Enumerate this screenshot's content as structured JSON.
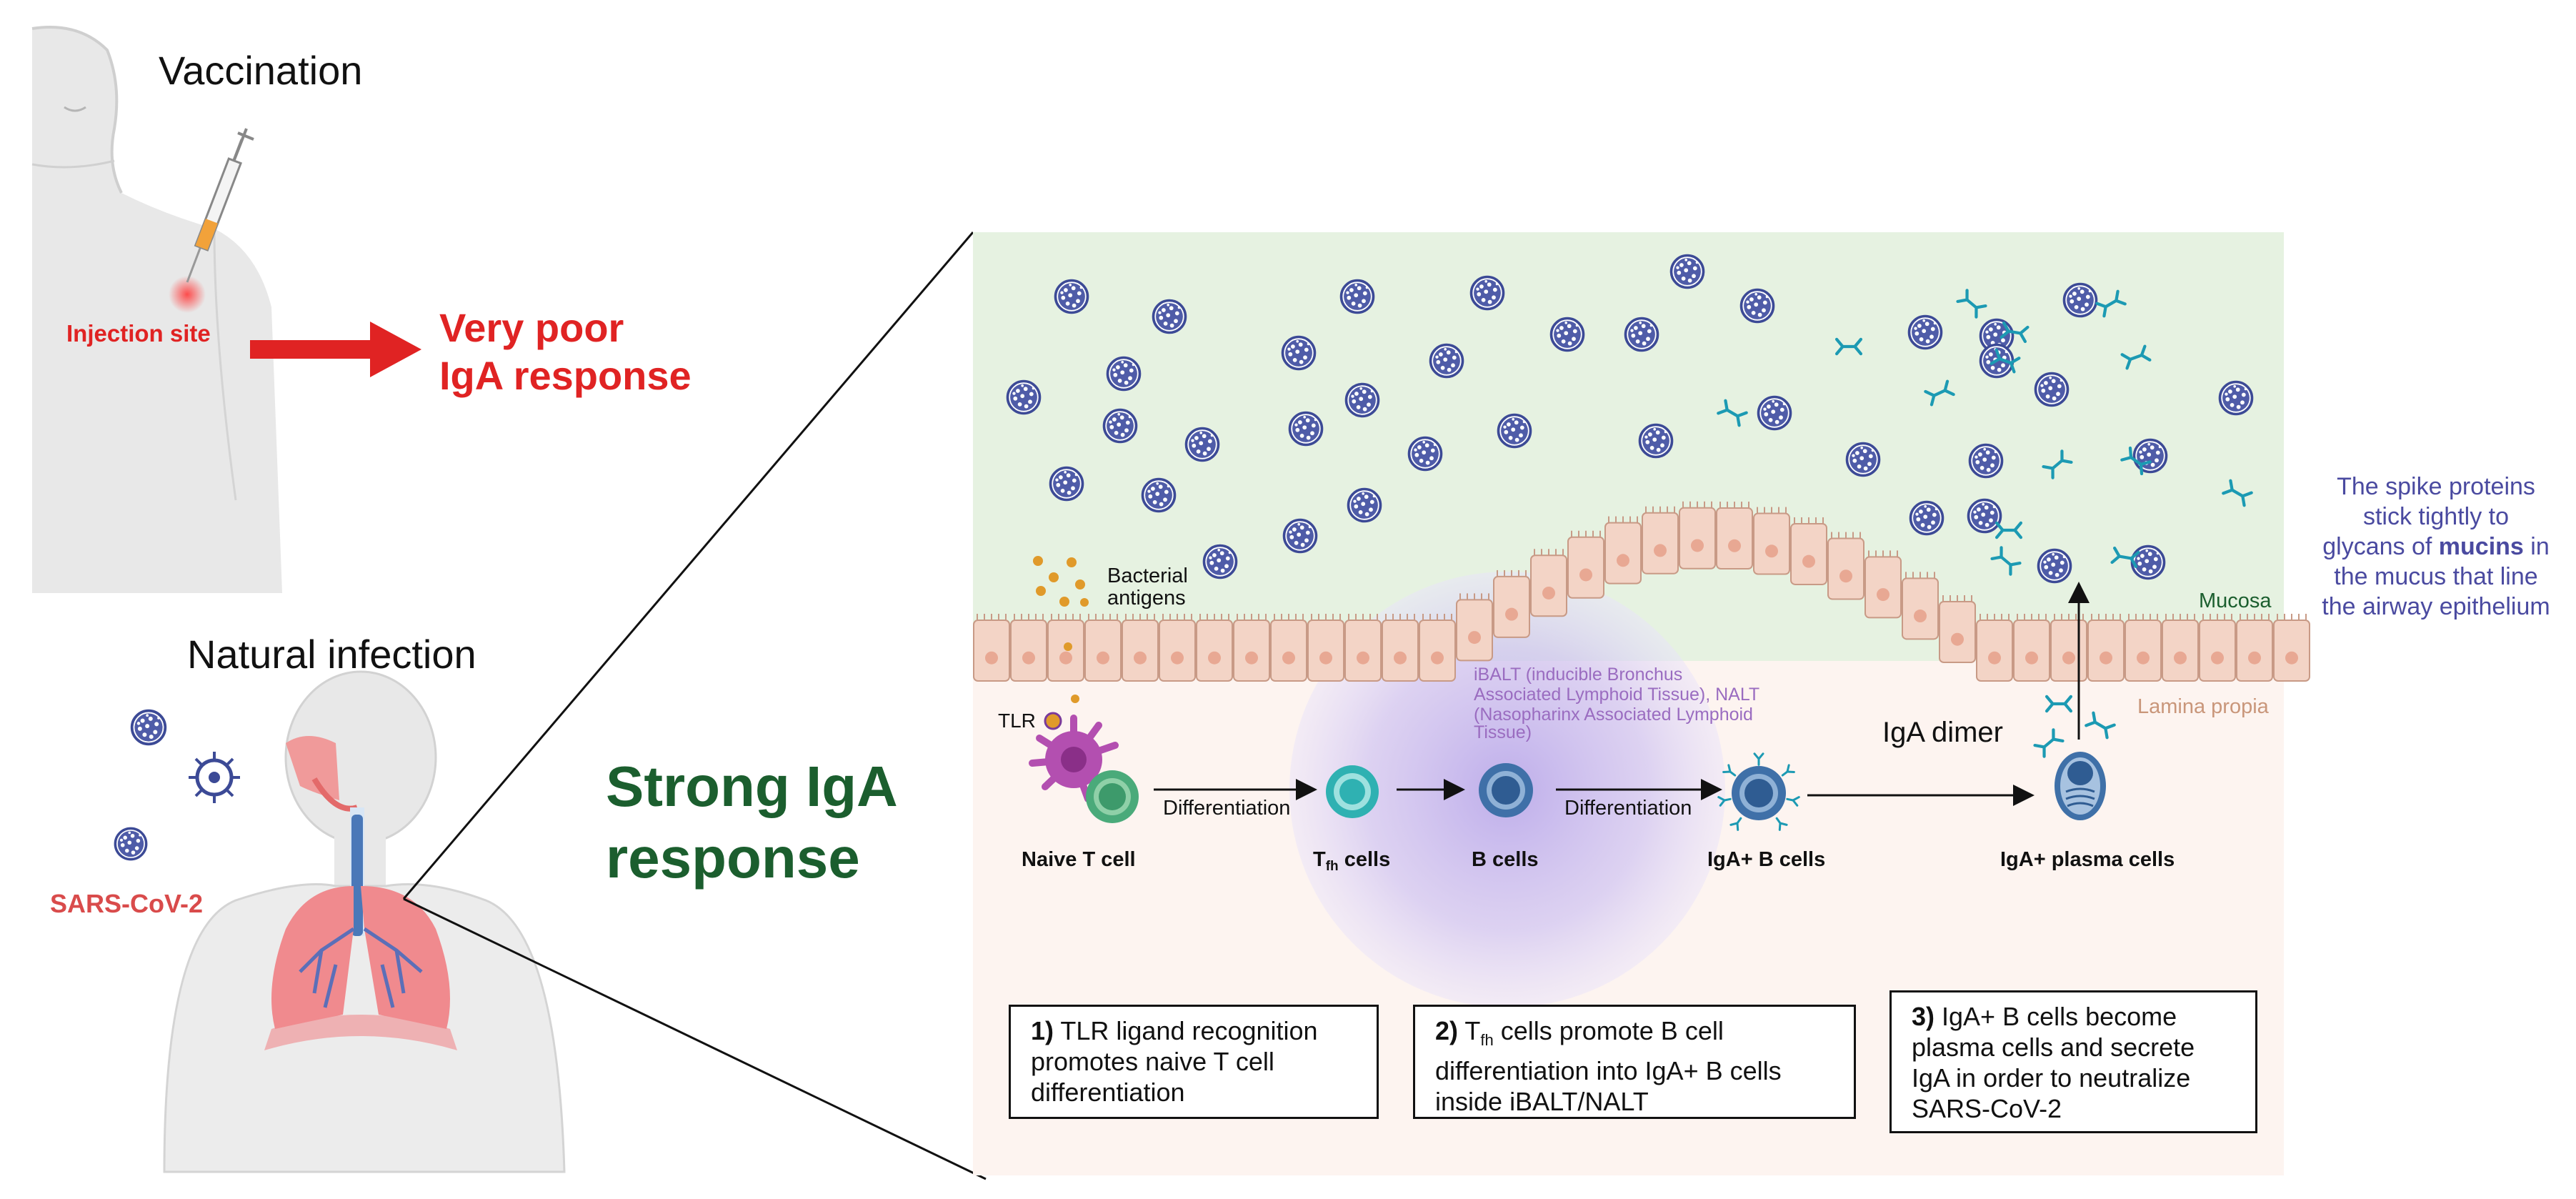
{
  "vaccination": {
    "title": "Vaccination",
    "injection_site": "Injection site",
    "result_line1": "Very poor",
    "result_line2": "IgA response"
  },
  "natural_infection": {
    "title": "Natural infection",
    "virus_label": "SARS-CoV-2",
    "result_line1": "Strong IgA",
    "result_line2": "response"
  },
  "zoom": {
    "mucosa_label": "Mucosa",
    "lamina_label": "Lamina propia",
    "bacterial_line1": "Bacterial",
    "bacterial_line2": "antigens",
    "tlr_label": "TLR",
    "ibalt_line1": "iBALT (inducible Bronchus",
    "ibalt_line2": "Associated Lymphoid Tissue), NALT",
    "ibalt_line3": "(Nasopharinx Associated Lymphoid",
    "ibalt_line4": "Tissue)",
    "iga_dimer": "IgA dimer",
    "differentiation_1": "Differentiation",
    "differentiation_2": "Differentiation",
    "cells": {
      "naive_t": "Naive T cell",
      "tfh_main": "T",
      "tfh_sub": "fh",
      "tfh_suffix": " cells",
      "b_cells": "B cells",
      "iga_b": "IgA+ B cells",
      "iga_plasma": "IgA+ plasma cells"
    },
    "steps": [
      {
        "num": "1)",
        "text_a": " TLR ligand recognition",
        "text_b": "promotes naive T cell",
        "text_c": "differentiation"
      },
      {
        "num": "2)",
        "text_a": " T",
        "sub": "fh",
        "text_a2": " cells promote B cell",
        "text_b": "differentiation into IgA+ B cells",
        "text_c": "inside iBALT/NALT"
      },
      {
        "num": "3)",
        "text_a": " IgA+ B cells become",
        "text_b": "plasma cells and secrete",
        "text_c": "IgA in order to neutralize",
        "text_d": "SARS-CoV-2"
      }
    ]
  },
  "side_note": {
    "line1": "The spike proteins",
    "line2": "stick tightly to",
    "line3_a": "glycans of ",
    "line3_b": "mucins",
    "line3_c": " in",
    "line4": "the mucus that line",
    "line5": "the airway epithelium"
  },
  "colors": {
    "red": "#e02323",
    "green": "#1b5e2e",
    "virus": "#3c4a96",
    "antibody": "#1c9ab3",
    "note": "#4a4aa0",
    "ibalt": "#9a6cc0"
  }
}
